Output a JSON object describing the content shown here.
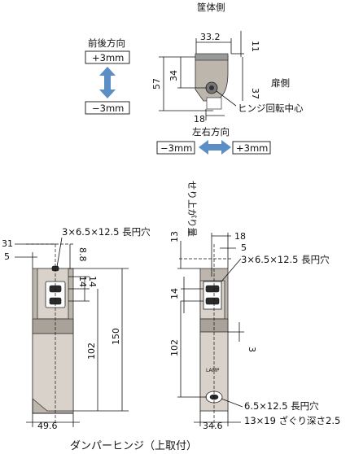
{
  "top_view": {
    "title": "筐体側",
    "front_back": {
      "label": "前後方向",
      "plus": "+3mm",
      "minus": "−3mm"
    },
    "left_right": {
      "label": "左右方向",
      "minus": "−3mm",
      "plus": "+3mm"
    },
    "door_side": "扉側",
    "hinge_center": "ヒンジ回転中心",
    "dims": {
      "w_top": "33.2",
      "top_right": "11",
      "h_left": "57",
      "h_inner": "34",
      "h_right": "37",
      "bottom": "18"
    }
  },
  "side_view": {
    "rise_label": "せり上がり量",
    "dims": {
      "d13": "13",
      "d18": "18",
      "d5": "5",
      "d14": "14",
      "d102": "102",
      "d3": "3",
      "d34_6": "34.6"
    },
    "slot_label": "3×6.5×12.5 長円穴",
    "oval_label": "6.5×12.5 長円穴",
    "counterbore_label": "13×19 ざぐり深さ2.5",
    "brand": "LAMP"
  },
  "front_view": {
    "dims": {
      "d31": "31",
      "d5": "5",
      "d8_8": "8.8",
      "d14a": "14",
      "d14b": "14",
      "d102": "102",
      "d150": "150",
      "d49_6": "49.6"
    },
    "slot_label": "3×6.5×12.5 長円穴"
  },
  "caption": "ダンパーヒンジ（上取付）"
}
